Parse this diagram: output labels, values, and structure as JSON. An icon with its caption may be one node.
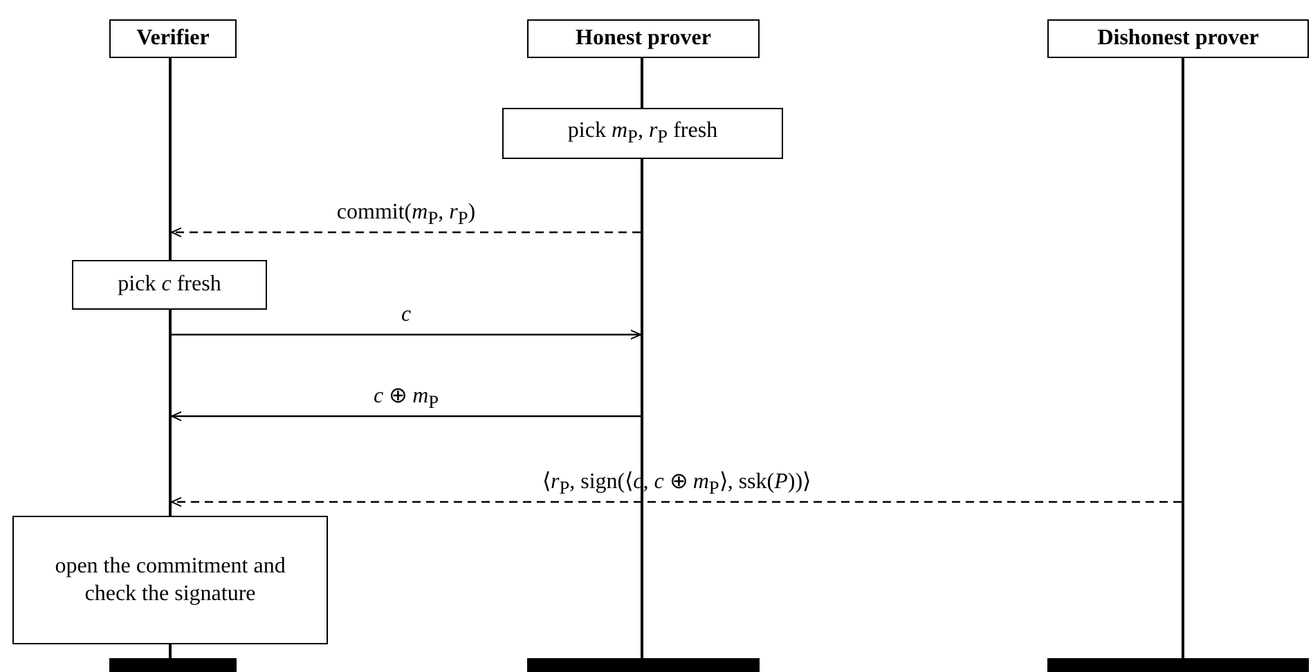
{
  "diagram": {
    "nodes": [
      {
        "text": [
          "Verifier"
        ]
      },
      {
        "text": [
          "Honest prover"
        ]
      },
      {
        "text": [
          "Dishonest prover"
        ]
      },
      {
        "text": [
          "pick *m*$_{P}$, *r*$_{P}$ fresh"
        ]
      },
      {
        "text": [
          "pick *c* fresh"
        ]
      },
      {
        "text": [
          "open the commitment and check the signature"
        ]
      },
      {
        "text": [],
        "shape": "line"
      },
      {
        "text": [],
        "shape": "line"
      },
      {
        "text": [],
        "shape": "line"
      },
      {
        "text": [],
        "shape": "line"
      },
      {
        "text": [],
        "shape": "line"
      },
      {
        "text": [],
        "shape": "line"
      },
      {
        "text": [],
        "shape": "bar"
      },
      {
        "text": [],
        "shape": "bar"
      },
      {
        "text": [],
        "shape": "bar"
      }
    ],
    "edges": [
      {
        "from": 10,
        "to": 6,
        "arrow": "to",
        "style": "dashed",
        "label": "commit(*m*$_{P}$, *r*$_{P}$)"
      },
      {
        "from": 7,
        "to": 10,
        "arrow": "to",
        "label": "*c*"
      },
      {
        "from": 10,
        "to": 7,
        "arrow": "to",
        "label": "*c* ⊕ *m*$_{P}$"
      },
      {
        "from": 11,
        "to": 7,
        "arrow": "to",
        "style": "dashed",
        "label": "⟨*r*$_{P}$, sign(⟨*c*, *c* ⊕ *m*$_{P}$⟩, ssk(*P*))⟩"
      }
    ]
  }
}
